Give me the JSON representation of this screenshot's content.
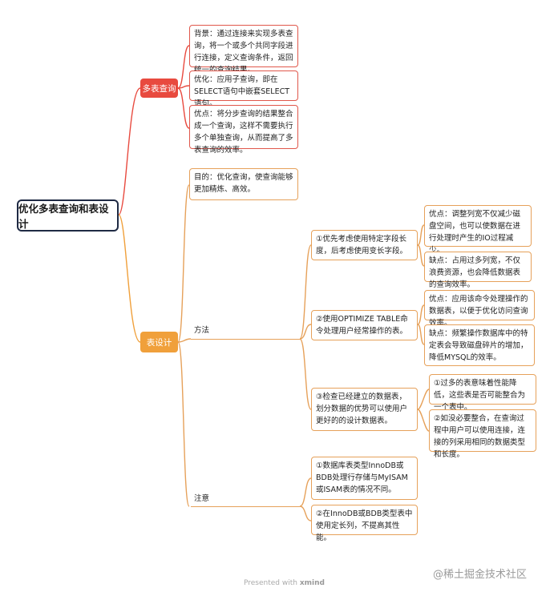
{
  "root": "优化多表查询和表设计",
  "branches": {
    "multi": {
      "label": "多表查询",
      "items": [
        "背景：通过连接来实现多表查询，将一个或多个共同字段进行连接，定义查询条件，返回统一的查询结果。",
        "优化：应用子查询，即在SELECT语句中嵌套SELECT语句。",
        "优点：将分步查询的结果整合成一个查询，这样不需要执行多个单独查询，从而提高了多表查询的效率。"
      ]
    },
    "design": {
      "label": "表设计",
      "goal": "目的：优化查询，使查询能够更加精炼、高效。",
      "method": {
        "label": "方法",
        "items": [
          {
            "text": "①优先考虑使用特定字段长度，后考虑使用变长字段。",
            "children": [
              "优点：调整列宽不仅减少磁盘空间，也可以使数据在进行处理时产生的IO过程减少。",
              "缺点：占用过多列宽，不仅浪费资源，也会降低数据表的查询效率。"
            ]
          },
          {
            "text": "②使用OPTIMIZE TABLE命令处理用户经常操作的表。",
            "children": [
              "优点：应用该命令处理操作的数据表，以便于优化访问查询效率。",
              "缺点：频繁操作数据库中的特定表会导致磁盘碎片的增加，降低MYSQL的效率。"
            ]
          },
          {
            "text": "③检查已经建立的数据表，划分数据的优势可以使用户更好的的设计数据表。",
            "children": [
              "①过多的表意味着性能降低，这些表是否可能整合为一个表中。",
              "②如没必要整合，在查询过程中用户可以使用连接，连接的列采用相同的数据类型和长度。"
            ]
          }
        ]
      },
      "note": {
        "label": "注意",
        "items": [
          "①数据库表类型InnoDB或BDB处理行存储与MyISAM或ISAM表的情况不同。",
          "②在InnoDB或BDB类型表中使用定长列，不提高其性能。"
        ]
      }
    }
  },
  "footer": {
    "prefix": "Presented with",
    "brand": "xmind"
  },
  "watermark": "@稀土掘金技术社区",
  "colors": {
    "red": "#e84a3f",
    "orange": "#f0a03b",
    "root_border": "#1f2a44"
  }
}
